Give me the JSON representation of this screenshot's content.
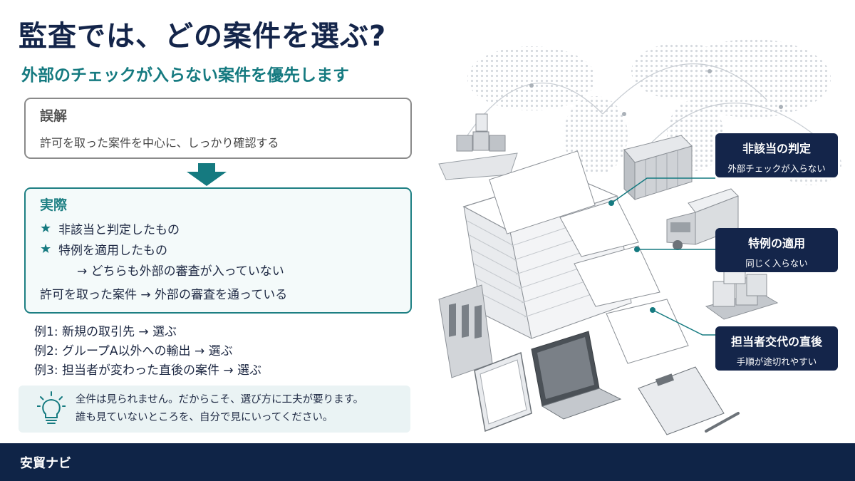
{
  "title": "監査では、どの案件を選ぶ?",
  "subtitle": "外部のチェックが入らない案件を優先します",
  "misconception": {
    "heading": "誤解",
    "text": "許可を取った案件を中心に、しっかり確認する"
  },
  "reality": {
    "heading": "実際",
    "items": [
      "非該当と判定したもの",
      "特例を適用したもの"
    ],
    "arrow_note": "→ どちらも外部の審査が入っていない",
    "permit_note": "許可を取った案件 → 外部の審査を通っている"
  },
  "examples": [
    "例1: 新規の取引先 → 選ぶ",
    "例2: グループA以外への輸出 → 選ぶ",
    "例3: 担当者が変わった直後の案件 → 選ぶ"
  ],
  "tip": {
    "icon": "lightbulb-icon",
    "line1": "全件は見られません。だからこそ、選び方に工夫が要ります。",
    "line2": "誰も見ていないところを、自分で見にいってください。"
  },
  "callouts": [
    {
      "title": "非該当の判定",
      "sub": "外部チェックが入らない"
    },
    {
      "title": "特例の適用",
      "sub": "同じく入らない"
    },
    {
      "title": "担当者交代の直後",
      "sub": "手順が途切れやすい"
    }
  ],
  "footer": {
    "brand": "安貿ナビ"
  },
  "colors": {
    "navy": "#14254a",
    "teal": "#157a80",
    "footer": "#0f2447"
  }
}
